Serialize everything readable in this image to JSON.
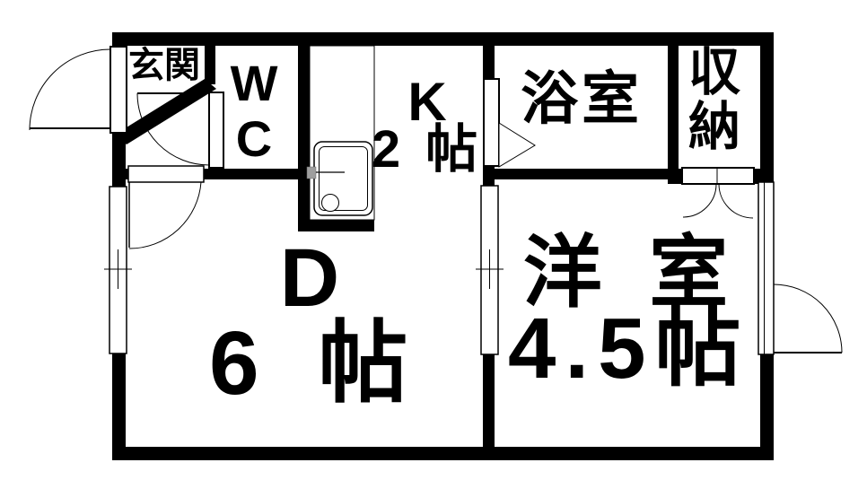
{
  "floor_plan": {
    "type": "japanese-apartment-madori",
    "rooms": {
      "genkan": {
        "label": "玄関"
      },
      "wc": {
        "line1": "W",
        "line2": "C"
      },
      "kitchen": {
        "letter": "K",
        "size": "2 帖"
      },
      "bath": {
        "label": "浴室"
      },
      "closet": {
        "line1": "収",
        "line2": "納"
      },
      "dining": {
        "letter": "D",
        "size": "6 帖"
      },
      "western_room": {
        "label": "洋 室",
        "size": "4.5帖"
      }
    },
    "colors": {
      "wall": "#000000",
      "background": "#ffffff",
      "faucet_gray": "#9e9e9e"
    }
  }
}
